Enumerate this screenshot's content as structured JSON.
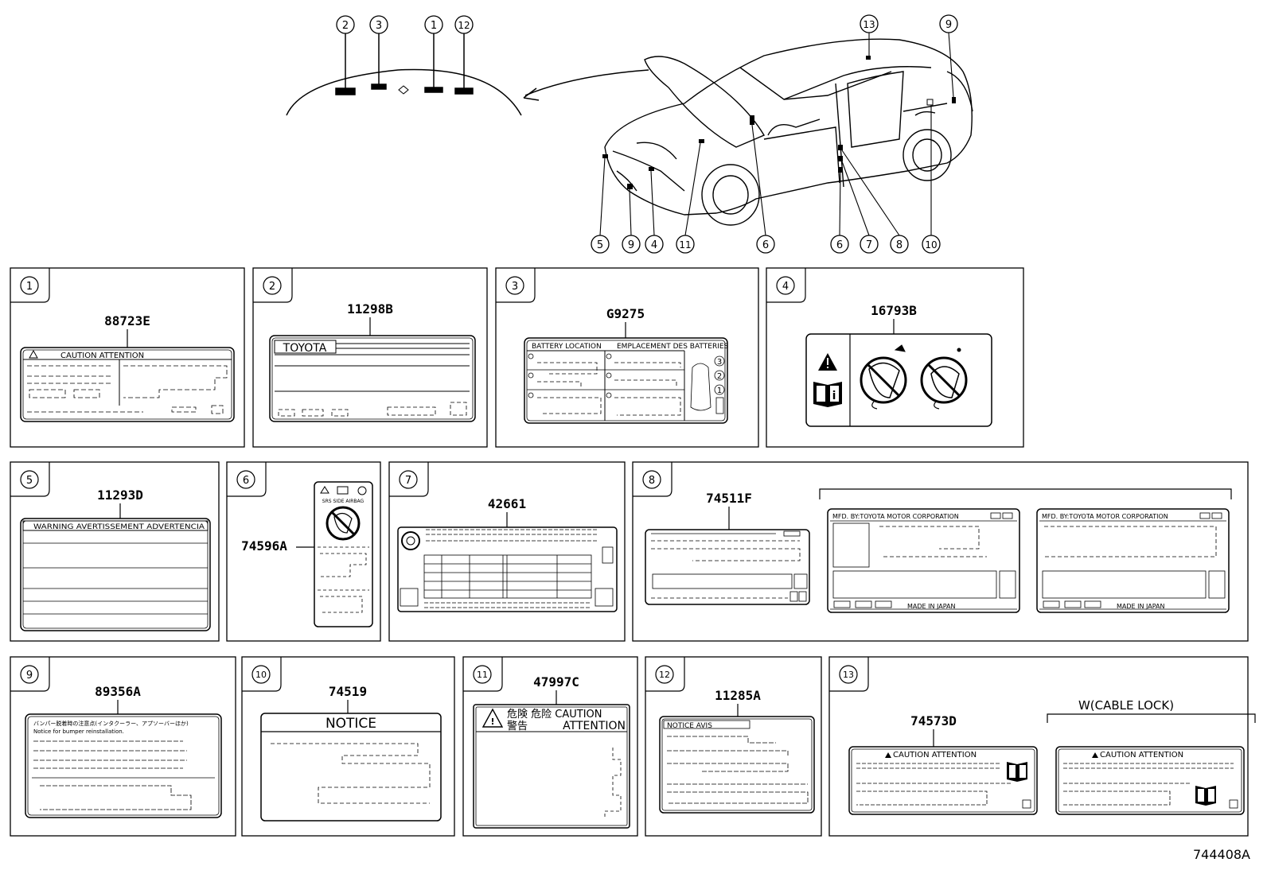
{
  "overview": {
    "roof_callouts": [
      "2",
      "3",
      "1",
      "12"
    ],
    "car_callouts_top": [
      "13",
      "9"
    ],
    "car_callouts_bottom": [
      "5",
      "9",
      "4",
      "11",
      "6",
      "6",
      "7",
      "8",
      "10"
    ]
  },
  "panels": [
    {
      "num": "1",
      "part": "88723E",
      "texts": {
        "caution": "CAUTION  ATTENTION"
      }
    },
    {
      "num": "2",
      "part": "11298B",
      "texts": {
        "brand": "TOYOTA"
      }
    },
    {
      "num": "3",
      "part": "G9275",
      "texts": {
        "left": "BATTERY LOCATION",
        "right": "EMPLACEMENT DES BATTERIES",
        "c3": "3",
        "c2": "2",
        "c1": "1"
      }
    },
    {
      "num": "4",
      "part": "16793B",
      "texts": {}
    },
    {
      "num": "5",
      "part": "11293D",
      "texts": {
        "header": "WARNING  AVERTISSEMENT  ADVERTENCIA"
      }
    },
    {
      "num": "6",
      "part": "74596A",
      "texts": {
        "sub": "SRS  SIDE  AIRBAG"
      }
    },
    {
      "num": "7",
      "part": "42661",
      "texts": {}
    },
    {
      "num": "8",
      "part": "74511F",
      "texts": {
        "mfd": "MFD. BY:TOYOTA MOTOR CORPORATION",
        "made": "MADE IN JAPAN"
      }
    },
    {
      "num": "9",
      "part": "89356A",
      "texts": {
        "jp": "バンパー脱着時の注意点(インタクーラー、アプソーバーほか)",
        "en": "Notice for bumper reinstallation."
      }
    },
    {
      "num": "10",
      "part": "74519",
      "texts": {
        "notice": "NOTICE"
      }
    },
    {
      "num": "11",
      "part": "47997C",
      "texts": {
        "jp1": "危険 危险 CAUTION",
        "jp2": "警告",
        "attention": "ATTENTION"
      }
    },
    {
      "num": "12",
      "part": "11285A",
      "texts": {
        "header": "NOTICE  AVIS"
      }
    },
    {
      "num": "13",
      "part": "74573D",
      "texts": {
        "caution": "CAUTION  ATTENTION",
        "variant": "W(CABLE LOCK)"
      }
    }
  ],
  "figure_id": "744408A",
  "colors": {
    "line": "#000000",
    "background": "#ffffff"
  }
}
